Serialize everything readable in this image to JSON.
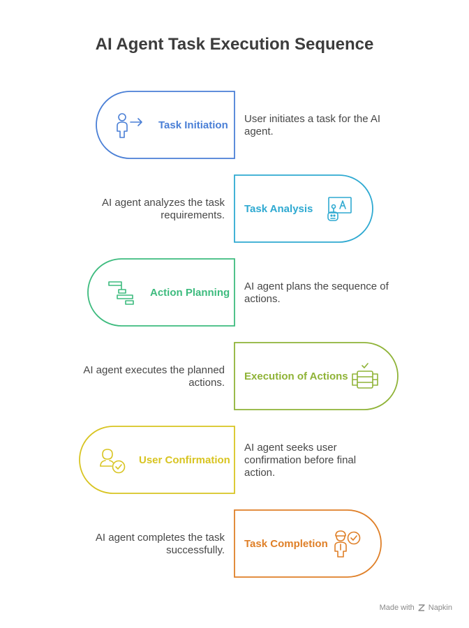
{
  "title": "AI Agent Task Execution Sequence",
  "steps": [
    {
      "label": "Task Initiation",
      "description": "User initiates a task for the AI agent.",
      "color": "#4a7fd6",
      "icon": "user-arrow-icon"
    },
    {
      "label": "Task Analysis",
      "description": "AI agent analyzes the task requirements.",
      "color": "#2ea9d1",
      "icon": "robot-screen-icon"
    },
    {
      "label": "Action Planning",
      "description": "AI agent plans the sequence of actions.",
      "color": "#3dbb7e",
      "icon": "gantt-icon"
    },
    {
      "label": "Execution of Actions",
      "description": "AI agent executes the planned actions.",
      "color": "#8fb337",
      "icon": "server-check-icon"
    },
    {
      "label": "User Confirmation",
      "description": "AI agent seeks user confirmation before final action.",
      "color": "#d8c421",
      "icon": "user-check-icon"
    },
    {
      "label": "Task Completion",
      "description": "AI agent completes the task successfully.",
      "color": "#df7f27",
      "icon": "worker-check-icon"
    }
  ],
  "footer": {
    "made_with": "Made with",
    "brand": "Napkin"
  }
}
